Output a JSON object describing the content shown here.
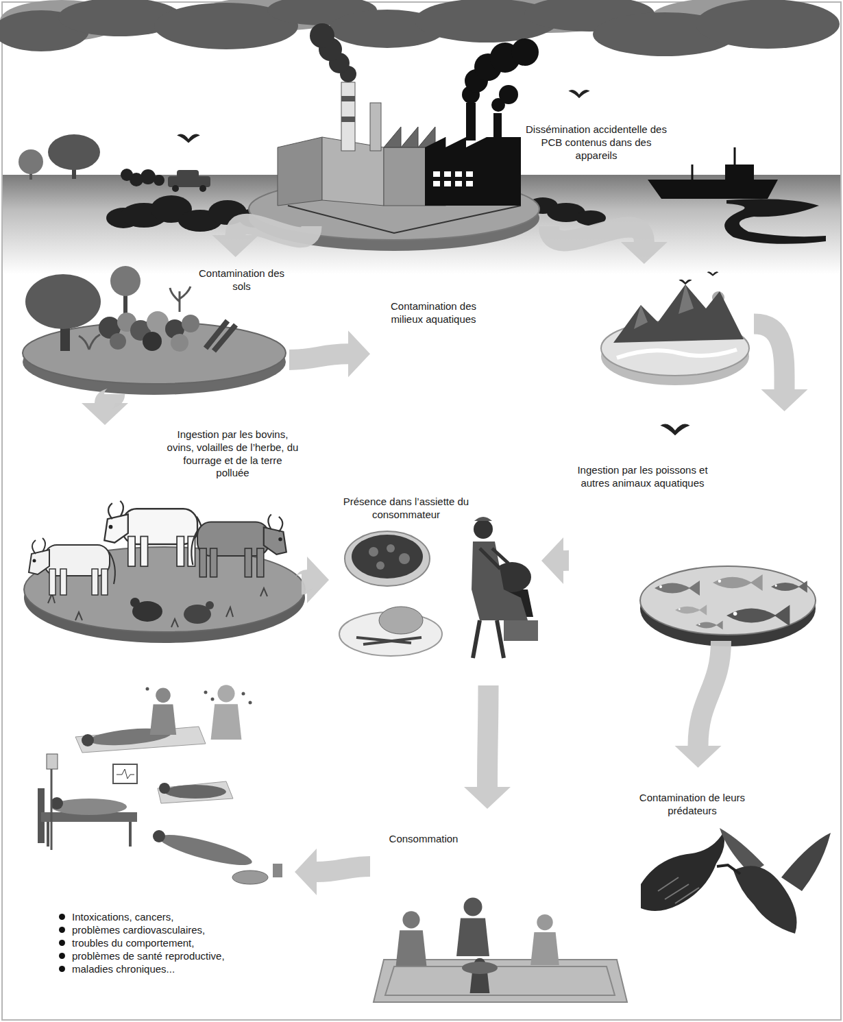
{
  "diagram": {
    "nodes": [
      {
        "text": [
          "Dissémination accidentelle des PCB contenus dans des appareils"
        ]
      },
      {
        "text": [
          "Contamination des sols"
        ]
      },
      {
        "text": [
          "Contamination des milieux aquatiques"
        ]
      },
      {
        "text": [
          "Ingestion par les bovins, ovins, volailles de l’herbe, du fourrage et de la terre polluée"
        ]
      },
      {
        "text": [
          "Ingestion par les poissons et autres animaux aquatiques"
        ]
      },
      {
        "text": [
          "Présence dans l’assiette du consommateur"
        ]
      },
      {
        "text": [
          "Contamination de leurs prédateurs"
        ]
      },
      {
        "text": [
          "Consommation"
        ]
      },
      {
        "text": [
          "Intoxications, cancers,",
          "problèmes cardiovasculaires,",
          "troubles du comportement,",
          "problèmes de santé reproductive,",
          "maladies chroniques..."
        ]
      }
    ],
    "edges": [
      {
        "from": 0,
        "to": 1,
        "arrow": "to"
      },
      {
        "from": 0,
        "to": 2,
        "arrow": "to"
      },
      {
        "from": 1,
        "to": 2,
        "arrow": "to"
      },
      {
        "from": 1,
        "to": 3,
        "arrow": "to"
      },
      {
        "from": 2,
        "to": 4,
        "arrow": "to"
      },
      {
        "from": 3,
        "to": 5,
        "arrow": "to"
      },
      {
        "from": 4,
        "to": 5,
        "arrow": "to"
      },
      {
        "from": 4,
        "to": 6,
        "arrow": "to"
      },
      {
        "from": 5,
        "to": 7,
        "arrow": "to"
      },
      {
        "from": 7,
        "to": 8,
        "arrow": "to"
      }
    ]
  }
}
